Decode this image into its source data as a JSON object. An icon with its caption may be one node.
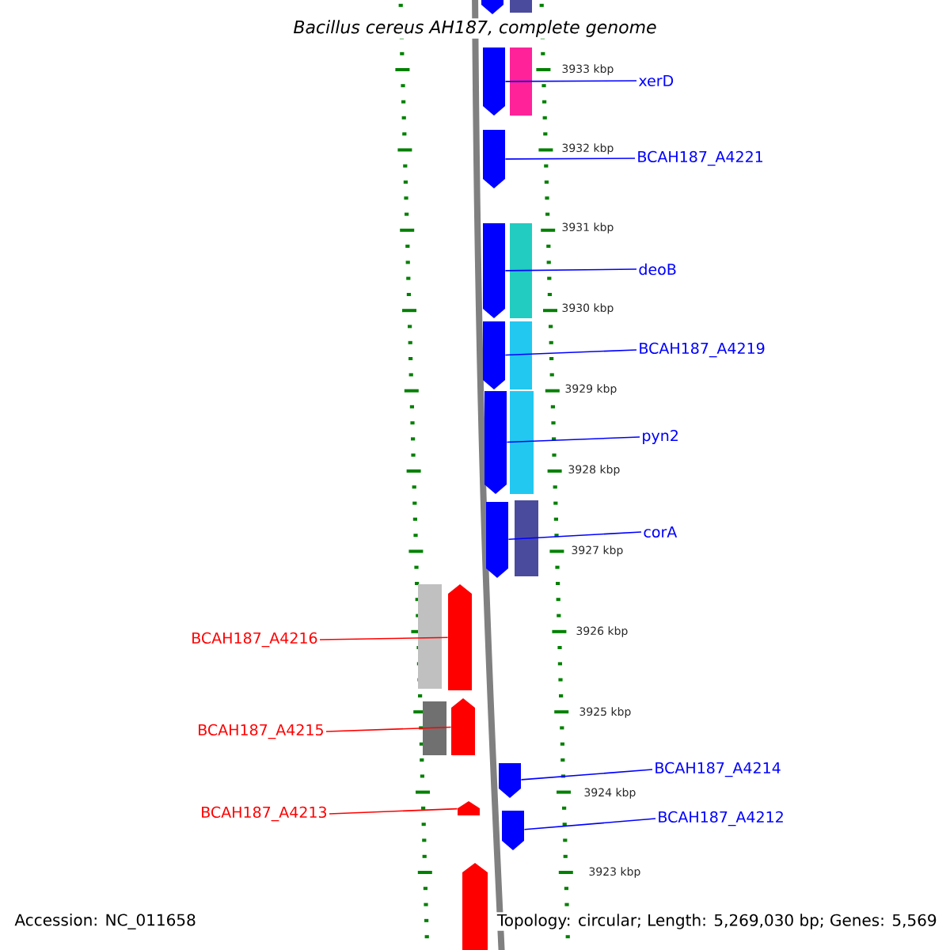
{
  "diagram": {
    "title": "Bacillus cereus AH187, complete genome",
    "nodes": [
      {
        "text": [
          "xerD"
        ]
      },
      {
        "text": [
          "BCAH187_A4221"
        ]
      },
      {
        "text": [
          "deoB"
        ]
      },
      {
        "text": [
          "BCAH187_A4219"
        ]
      },
      {
        "text": [
          "pyn2"
        ]
      },
      {
        "text": [
          "corA"
        ]
      },
      {
        "text": [
          "BCAH187_A4216"
        ]
      },
      {
        "text": [
          "BCAH187_A4215"
        ]
      },
      {
        "text": [
          "BCAH187_A4214"
        ]
      },
      {
        "text": [
          "BCAH187_A4213"
        ]
      },
      {
        "text": [
          "BCAH187_A4212"
        ]
      },
      {
        "text": [],
        "shape": "bar"
      },
      {
        "text": [],
        "shape": "bar"
      },
      {
        "text": [],
        "shape": "bar"
      },
      {
        "text": [],
        "shape": "bar"
      },
      {
        "text": [],
        "shape": "bar"
      },
      {
        "text": [],
        "shape": "bar"
      },
      {
        "text": [],
        "shape": "bar"
      },
      {
        "text": [],
        "shape": "bar"
      },
      {
        "text": [],
        "shape": "bar"
      },
      {
        "text": [],
        "shape": "bar"
      },
      {
        "text": [],
        "shape": "bar"
      },
      {
        "text": [],
        "shape": "bar"
      },
      {
        "text": [],
        "shape": "bar"
      }
    ],
    "edges": [
      {
        "from": 0,
        "to": 12,
        "arrow": "none"
      },
      {
        "from": 1,
        "to": 13,
        "arrow": "none"
      },
      {
        "from": 2,
        "to": 14,
        "arrow": "none"
      },
      {
        "from": 3,
        "to": 15,
        "arrow": "none"
      },
      {
        "from": 4,
        "to": 16,
        "arrow": "none"
      },
      {
        "from": 5,
        "to": 17,
        "arrow": "none"
      },
      {
        "from": 6,
        "to": 18,
        "arrow": "none",
        "color": "#ff0000"
      },
      {
        "from": 7,
        "to": 19,
        "arrow": "none",
        "color": "#ff0000"
      },
      {
        "from": 8,
        "to": 20,
        "arrow": "none"
      },
      {
        "from": 9,
        "to": 21,
        "arrow": "none",
        "color": "#ff0000"
      },
      {
        "from": 10,
        "to": 22,
        "arrow": "none"
      }
    ],
    "labels": [
      "3933 kbp",
      "3932 kbp",
      "3931 kbp",
      "3930 kbp",
      "3929 kbp",
      "3928 kbp",
      "3927 kbp",
      "3926 kbp",
      "3925 kbp",
      "3924 kbp",
      "3923 kbp",
      "Accession: NC_011658",
      "Topology: circular; Length: 5,269,030 bp; Genes: 5,569"
    ]
  }
}
